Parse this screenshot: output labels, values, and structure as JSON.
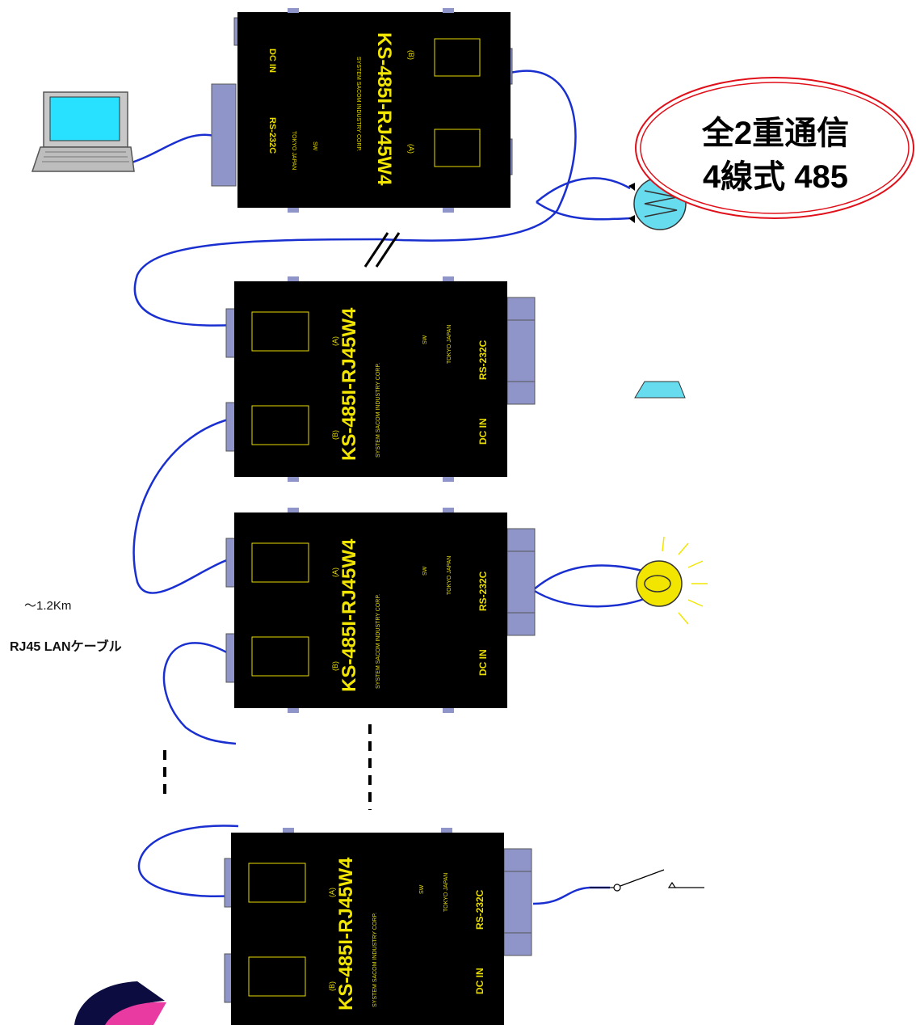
{
  "badge": {
    "line1": "全2重通信",
    "line2": "4線式 485"
  },
  "cable_notes": {
    "distance": "～1.2Km",
    "cable": "RJ45 LANケーブル"
  },
  "unit": {
    "model": "KS-485I-RJ45W4",
    "maker": "SYSTEM SACOM INDUSTRY CORP.",
    "origin": "TOKYO JAPAN",
    "port_a": "(A)",
    "port_b": "(B)",
    "dc_in": "DC IN",
    "rs232": "RS-232C",
    "switch": "SW"
  },
  "colors": {
    "cable": "#1a2fd0",
    "unit_body": "#000000",
    "unit_text": "#f2e600",
    "badge_ring": "#e0101a",
    "connector": "#8f95c9",
    "pump": "#66dcee",
    "lamp": "#f2e600"
  },
  "devices": {
    "pc": "laptop-icon",
    "pump": "pump-icon",
    "lamp": "lamp-icon",
    "switch": "switch-icon"
  }
}
